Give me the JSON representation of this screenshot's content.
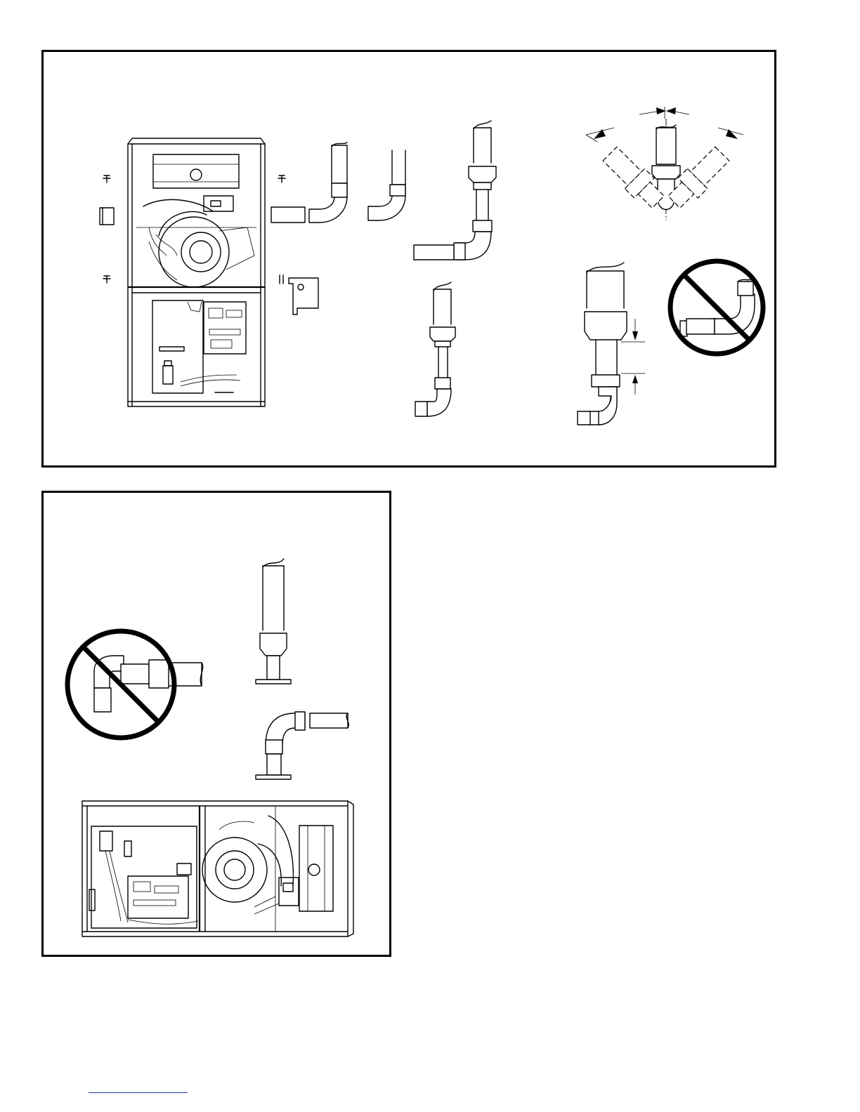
{
  "figures": [
    {
      "id": "top",
      "views": [
        "furnace-upflow",
        "exploded-fittings",
        "vent-pipe-short-elbow",
        "vent-pipe-elbow-left",
        "vent-pipe-tall-offset",
        "vent-pipe-coupling-elbow",
        "vent-pipe-dimensioned",
        "vent-angle-diagram",
        "prohibited-horizontal"
      ]
    },
    {
      "id": "bottom",
      "views": [
        "prohibited-elbow",
        "vent-pipe-vertical-flange",
        "vent-pipe-elbow-flange",
        "furnace-horizontal"
      ]
    }
  ],
  "icons": {
    "prohibited": "no-symbol-icon",
    "dimension_arrows": "arrow-icon"
  },
  "footer": {
    "link_color": "#2a3d9a"
  }
}
